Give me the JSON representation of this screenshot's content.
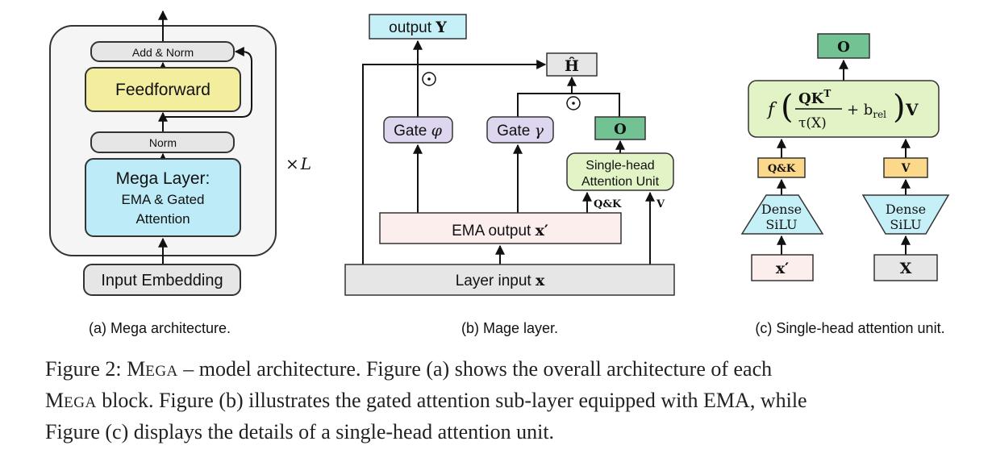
{
  "panel_a": {
    "add_norm": "Add & Norm",
    "feedforward": "Feedforward",
    "norm": "Norm",
    "mega_layer_line1": "Mega Layer:",
    "mega_layer_line2": "EMA & Gated",
    "mega_layer_line3": "Attention",
    "input_embedding": "Input Embedding",
    "repeat_times": "L",
    "caption": "(a) Mega architecture."
  },
  "panel_b": {
    "output": "output",
    "output_var": "Y",
    "h_hat": "Ĥ",
    "odot_symbol": "⊙",
    "gate_phi_text": "Gate",
    "gate_phi_sym": "φ",
    "gate_gamma_text": "Gate",
    "gate_gamma_sym": "γ",
    "o_label": "O",
    "single_head_line1": "Single-head",
    "single_head_line2": "Attention Unit",
    "qk_label": "Q&K",
    "v_label": "V",
    "ema_output_text": "EMA output",
    "ema_output_var": "x′",
    "layer_input_text": "Layer input",
    "layer_input_var": "x",
    "caption": "(b) Mage layer."
  },
  "panel_c": {
    "o_label": "O",
    "formula_f": "f",
    "formula_num": "QK",
    "formula_sup": "T",
    "formula_den": "τ(X)",
    "formula_plus": "+ b",
    "formula_sub": "rel",
    "formula_v": "V",
    "qk_label": "Q&K",
    "v_label": "V",
    "dense_left_line1": "Dense",
    "dense_left_line2": "SiLU",
    "dense_right_line1": "Dense",
    "dense_right_line2": "SiLU",
    "x_prime": "x′",
    "x_var": "X",
    "caption": "(c) Single-head attention unit."
  },
  "figure_caption": {
    "prefix": "Figure 2: ",
    "mega_first": "M",
    "mega_rest": "EGA",
    "line1_rest": " – model architecture. Figure (a) shows the overall architecture of each",
    "mega2_first": "M",
    "mega2_rest": "EGA",
    "line2_rest": " block. Figure (b) illustrates the gated attention sub-layer equipped with EMA, while",
    "line3": "Figure (c) displays the details of a single-head attention unit."
  },
  "colors": {
    "feedforward_fill": "#f3ee9e",
    "mega_layer_fill": "#bdebf7",
    "gray_fill": "#e6e6e6",
    "panel_bg": "#f5f5f5",
    "cyan_fill": "#c6f0f7",
    "lavender_fill": "#ddd6ee",
    "green_fill": "#72c293",
    "light_green_fill": "#e2f3c6",
    "pink_fill": "#fdeeee",
    "orange_fill": "#fbd88a"
  }
}
